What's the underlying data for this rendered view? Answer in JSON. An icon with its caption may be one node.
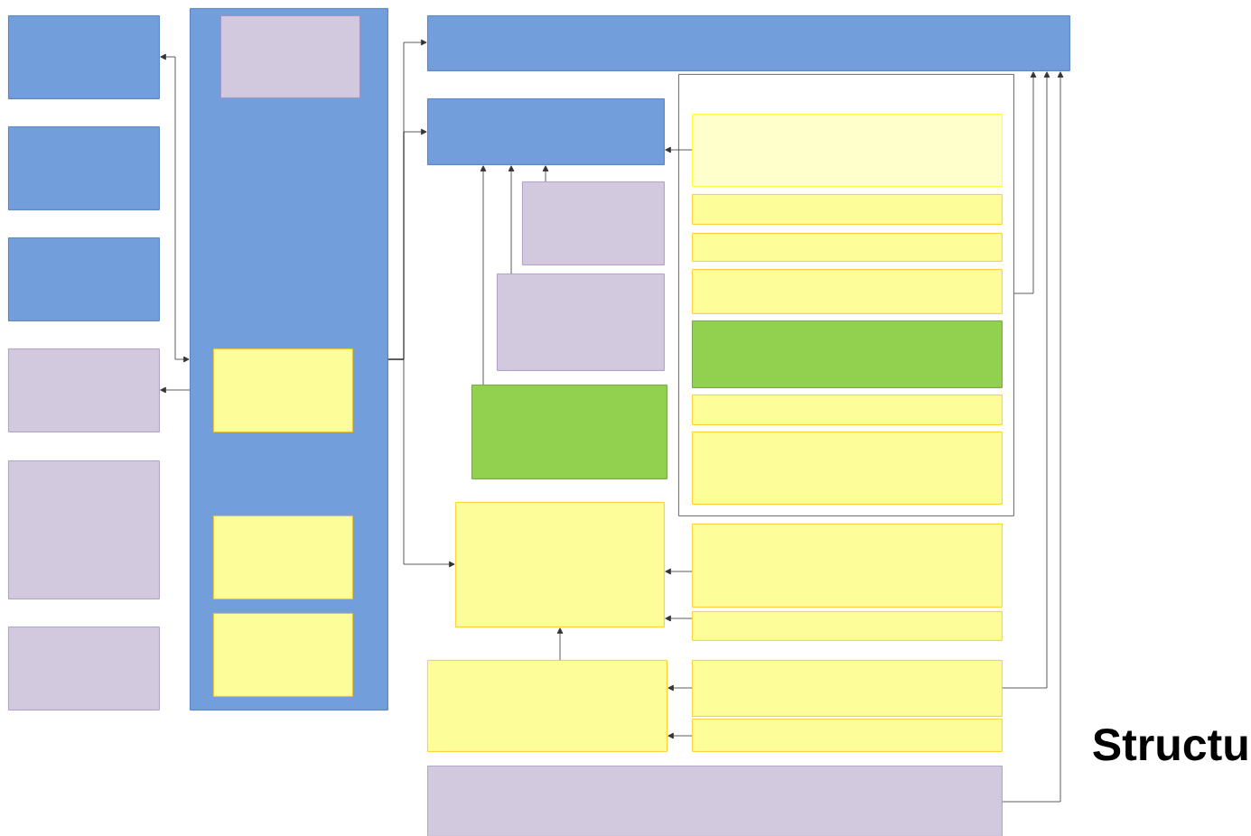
{
  "diagram": {
    "nodes": [
      {
        "text": [],
        "shape": "box"
      },
      {
        "text": [],
        "shape": "box"
      },
      {
        "text": [],
        "shape": "box"
      },
      {
        "text": [],
        "shape": "box"
      },
      {
        "text": [],
        "shape": "box"
      },
      {
        "text": [],
        "shape": "box"
      },
      {
        "text": [],
        "shape": "box"
      },
      {
        "text": [],
        "shape": "box",
        "in": 6
      },
      {
        "text": [],
        "shape": "box",
        "in": 6
      },
      {
        "text": [],
        "shape": "box",
        "in": 6
      },
      {
        "text": [],
        "shape": "box",
        "in": 6
      },
      {
        "text": [],
        "shape": "box"
      },
      {
        "text": [],
        "shape": "box"
      },
      {
        "text": [],
        "shape": "box"
      },
      {
        "text": [],
        "shape": "box"
      },
      {
        "text": [],
        "shape": "box"
      },
      {
        "text": [],
        "shape": "box"
      },
      {
        "text": [],
        "shape": "box",
        "in": 16
      },
      {
        "text": [],
        "shape": "box",
        "in": 16
      },
      {
        "text": [],
        "shape": "box",
        "in": 16
      },
      {
        "text": [],
        "shape": "box",
        "in": 16
      },
      {
        "text": [],
        "shape": "box",
        "in": 16
      },
      {
        "text": [],
        "shape": "box",
        "in": 16
      },
      {
        "text": [],
        "shape": "box",
        "in": 16
      },
      {
        "text": [],
        "shape": "box"
      },
      {
        "text": [],
        "shape": "box"
      },
      {
        "text": [],
        "shape": "box"
      },
      {
        "text": [],
        "shape": "box"
      },
      {
        "text": [],
        "shape": "box"
      },
      {
        "text": [],
        "shape": "box"
      },
      {
        "text": [],
        "shape": "box"
      }
    ],
    "edges": [
      {
        "from": 6,
        "to": 0,
        "arrow": "both"
      },
      {
        "from": 6,
        "to": 3,
        "arrow": "to"
      },
      {
        "from": 6,
        "to": 11,
        "arrow": "to"
      },
      {
        "from": 6,
        "to": 12,
        "arrow": "to"
      },
      {
        "from": 6,
        "to": 24,
        "arrow": "to"
      },
      {
        "from": 17,
        "to": 12,
        "arrow": "to"
      },
      {
        "from": 13,
        "to": 12,
        "arrow": "to"
      },
      {
        "from": 14,
        "to": 12,
        "arrow": "to"
      },
      {
        "from": 15,
        "to": 12,
        "arrow": "to"
      },
      {
        "from": 16,
        "to": 11,
        "arrow": "to"
      },
      {
        "from": 28,
        "to": 11,
        "arrow": "to"
      },
      {
        "from": 30,
        "to": 11,
        "arrow": "to"
      },
      {
        "from": 25,
        "to": 24,
        "arrow": "to"
      },
      {
        "from": 26,
        "to": 24,
        "arrow": "to"
      },
      {
        "from": 27,
        "to": 24,
        "arrow": "to"
      },
      {
        "from": 28,
        "to": 27,
        "arrow": "to"
      },
      {
        "from": 29,
        "to": 27,
        "arrow": "to"
      }
    ],
    "labels": [
      "Structu"
    ]
  }
}
